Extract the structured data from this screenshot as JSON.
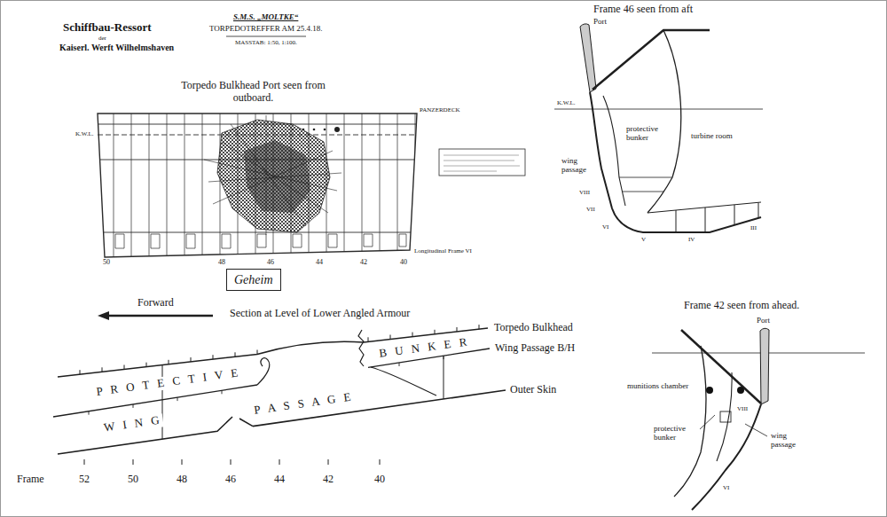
{
  "diagram": {
    "nodes": [
      {
        "text": [
          "Geheim"
        ]
      }
    ],
    "labels": [
      "Schiffbau-Ressort",
      "der",
      "Kaiserl. Werft Wilhelmshaven",
      "S.M.S. „MOLTKE“",
      "TORPEDOTREFFER AM 25.4.18.",
      "MASSTAB: 1:50, 1:100.",
      "Torpedo Bulkhead Port seen from outboard.",
      "K.W.L.",
      "PANZERDECK",
      "50",
      "48",
      "46",
      "44",
      "42",
      "40",
      "Longitudinal Frame VI",
      "Forward",
      "Section at Level of Lower Angled Armour",
      "Torpedo Bulkhead",
      "Wing Passage B/H",
      "Outer Skin",
      "P R O T E C T I V E",
      "B U N K E R",
      "W I N G",
      "P A S S A G E",
      "Frame",
      "52",
      "50",
      "48",
      "46",
      "44",
      "42",
      "40",
      "Frame 46 seen from aft",
      "Port",
      "K.W.L.",
      "protective bunker",
      "turbine room",
      "wing passage",
      "VIII",
      "VII",
      "VI",
      "V",
      "IV",
      "III",
      "Frame 42 seen from ahead.",
      "Port",
      "munitions chamber",
      "protective bunker",
      "wing passage",
      "VIII",
      "VI"
    ]
  }
}
